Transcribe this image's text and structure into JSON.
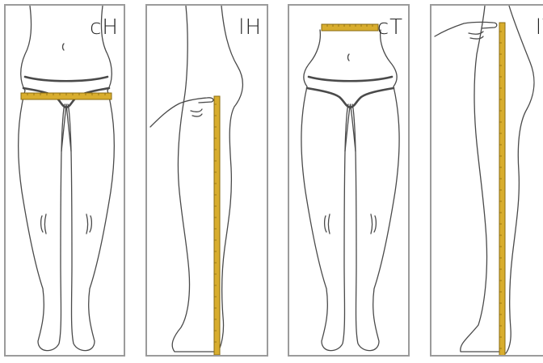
{
  "panels": [
    {
      "label": "cH",
      "tape_orientation": "horizontal",
      "tape_position": "hips"
    },
    {
      "label": "lH",
      "tape_orientation": "vertical",
      "tape_position": "hip-to-floor"
    },
    {
      "label": "cT",
      "tape_orientation": "horizontal",
      "tape_position": "waist"
    },
    {
      "label": "lT",
      "tape_orientation": "vertical",
      "tape_position": "waist-to-floor"
    }
  ],
  "colors": {
    "tape": "#d8ad2e",
    "tape_edge": "#8a6b10",
    "outline": "#4a4a4a",
    "frame": "#9b9b9b"
  }
}
